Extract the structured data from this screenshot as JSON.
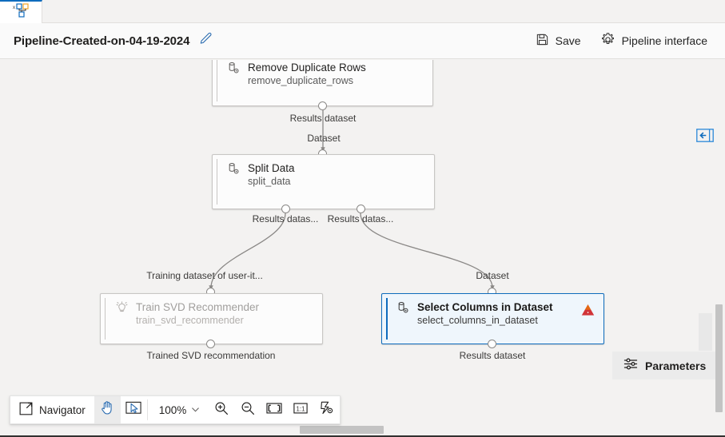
{
  "tab": {
    "icon": "pipeline-graph-icon",
    "name": "pipeline-tab"
  },
  "header": {
    "title": "Pipeline-Created-on-04-19-2024",
    "edit_icon": "pencil-icon",
    "save_label": "Save",
    "save_icon": "save-disk-icon",
    "pipeline_interface_label": "Pipeline interface",
    "pipeline_interface_icon": "gear-icon"
  },
  "canvas": {
    "collapse_icon": "collapse-panel-left-icon",
    "nodes": [
      {
        "title": "Remove Duplicate Rows",
        "subtitle": "remove_duplicate_rows",
        "icon": "dataset-gear-icon",
        "state": "normal",
        "warning": false
      },
      {
        "title": "Split Data",
        "subtitle": "split_data",
        "icon": "dataset-gear-icon",
        "state": "normal",
        "warning": false
      },
      {
        "title": "Train SVD Recommender",
        "subtitle": "train_svd_recommender",
        "icon": "lightbulb-icon",
        "state": "dimmed",
        "warning": false
      },
      {
        "title": "Select Columns in Dataset",
        "subtitle": "select_columns_in_dataset",
        "icon": "dataset-gear-icon",
        "state": "selected",
        "warning": true,
        "warning_icon": "warning-triangle-icon"
      }
    ],
    "port_labels": {
      "remove_dup_out": "Results dataset",
      "split_in": "Dataset",
      "split_out_left": "Results datas...",
      "split_out_right": "Results datas...",
      "train_in": "Training dataset of user-it...",
      "train_out": "Trained SVD recommendation",
      "select_in": "Dataset",
      "select_out": "Results dataset"
    }
  },
  "parameters_panel": {
    "label": "Parameters",
    "icon": "sliders-icon"
  },
  "bottom_toolbar": {
    "navigator_label": "Navigator",
    "navigator_icon": "navigator-expand-icon",
    "pan_icon": "hand-pan-icon",
    "select_icon": "cursor-select-icon",
    "zoom_value": "100%",
    "zoom_chevron_icon": "chevron-down-icon",
    "zoom_in_icon": "zoom-in-icon",
    "zoom_out_icon": "zoom-out-icon",
    "fit_screen_icon": "fit-to-screen-icon",
    "actual_size_icon": "actual-size-1-1-icon",
    "auto_layout_icon": "auto-layout-icon"
  },
  "colors": {
    "accent": "#0f6cbd",
    "selected_fill": "#eff6fc",
    "warning": "#d13438",
    "canvas_bg": "#f3f2f1"
  }
}
